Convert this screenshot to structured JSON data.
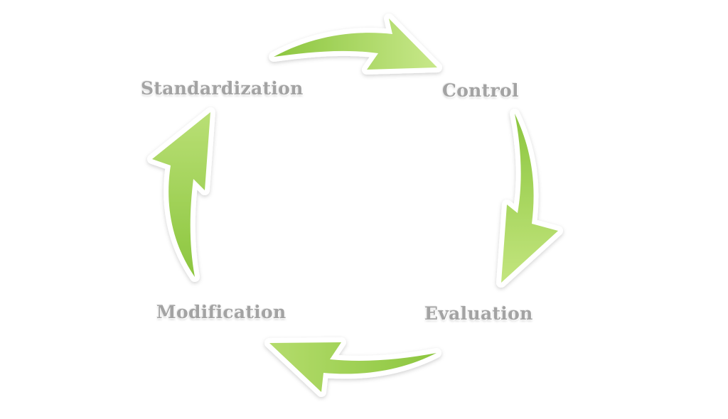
{
  "diagram": {
    "type": "cycle",
    "steps": [
      {
        "label": "Standardization"
      },
      {
        "label": "Control"
      },
      {
        "label": "Evaluation"
      },
      {
        "label": "Modification"
      }
    ],
    "arrow_direction": "clockwise",
    "colors": {
      "arrow_light": "#c3e57e",
      "arrow_dark": "#8cc63f",
      "label_text": "#a3a3a3",
      "background": "#ffffff"
    }
  }
}
